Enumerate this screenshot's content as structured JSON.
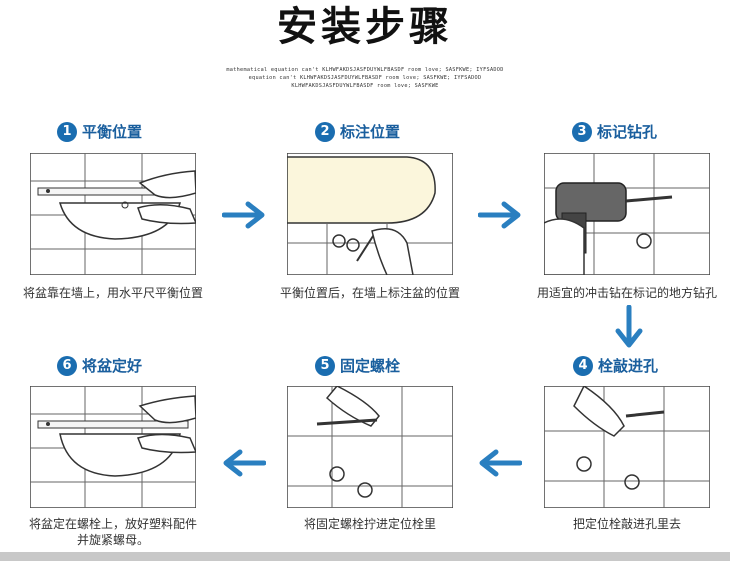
{
  "title": "安装步骤",
  "subtitle_lines": [
    "mathematical equation can't KLHWFAKDSJASFDUYWLFBASDF room love; SASFKWE; IYFSADOD",
    "equation can't KLHWFAKDSJASFDUYWLFBASDF room love; SASFKWE; IYFSADOD",
    "KLHWFAKDSJASFDUYWLFBASDF room love; SASFKWE"
  ],
  "steps": [
    {
      "num": "1",
      "title": "平衡位置",
      "caption": "将盆靠在墙上，用水平尺平衡位置"
    },
    {
      "num": "2",
      "title": "标注位置",
      "caption": "平衡位置后，在墙上标注盆的位置"
    },
    {
      "num": "3",
      "title": "标记钻孔",
      "caption": "用适宜的冲击钻在标记的地方钻孔"
    },
    {
      "num": "4",
      "title": "栓敲进孔",
      "caption": "把定位栓敲进孔里去"
    },
    {
      "num": "5",
      "title": "固定螺栓",
      "caption": "将固定螺栓拧进定位栓里"
    },
    {
      "num": "6",
      "title": "将盆定好",
      "caption_line1": "将盆定在螺栓上，放好塑料配件",
      "caption_line2": "并旋紧螺母。"
    }
  ],
  "colors": {
    "accent": "#1a6db0",
    "arrow": "#2a7fc0",
    "title_text": "#1a5f9e"
  }
}
